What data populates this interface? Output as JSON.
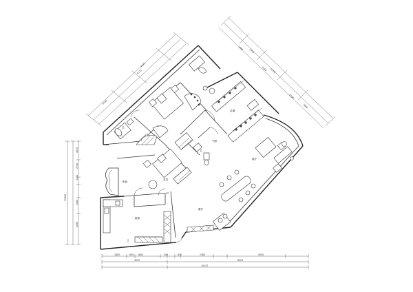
{
  "plan": {
    "bottom_dims_top": [
      "1800",
      "600",
      "1800",
      "500",
      "",
      "630",
      "2380",
      "",
      "4050",
      ""
    ],
    "bottom_dims_mid": [
      "4525",
      "6023"
    ],
    "bottom_dims_total": "14147",
    "left_dims_inner": [
      "1070",
      "2740",
      "1120",
      "",
      "1460",
      "2090"
    ],
    "left_dims_total": "11900",
    "ul_dims": [
      "3730",
      "4570",
      "4230",
      ""
    ],
    "ur_dims": [
      "1880",
      "3550",
      "11745",
      "2255",
      "6280",
      "2880"
    ],
    "rooms": {
      "top_hall": "过道",
      "bath_a": "卫",
      "living": "客厅",
      "bath_b": "卫",
      "study": "书房",
      "dining": "餐厅",
      "kitchen": "厨房",
      "balcony": "阳台",
      "entry": "玄关"
    }
  }
}
